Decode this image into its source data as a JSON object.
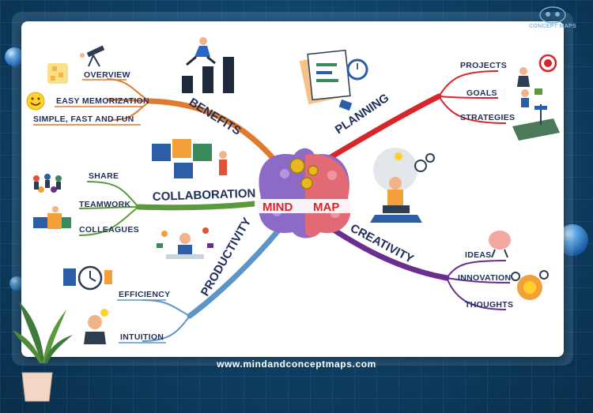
{
  "logo": {
    "text": "CONCEPT MAPS"
  },
  "center": {
    "word1": "MIND",
    "word2": "MAP"
  },
  "branches": {
    "benefits": {
      "label": "BENEFITS",
      "color": "#e07a2c",
      "leaves": [
        "OVERVIEW",
        "EASY MEMORIZATION",
        "SIMPLE, FAST AND FUN"
      ]
    },
    "collaboration": {
      "label": "COLLABORATION",
      "color": "#5a9a3c",
      "leaves": [
        "SHARE",
        "TEAMWORK",
        "COLLEAGUES"
      ]
    },
    "productivity": {
      "label": "PRODUCTIVITY",
      "color": "#5d95c9",
      "leaves": [
        "EFFICIENCY",
        "INTUITION"
      ]
    },
    "planning": {
      "label": "PLANNING",
      "color": "#d8252b",
      "leaves": [
        "PROJECTS",
        "GOALS",
        "STRATEGIES"
      ]
    },
    "creativity": {
      "label": "CREATIVITY",
      "color": "#6a2f8e",
      "leaves": [
        "IDEAS",
        "INNOVATION",
        "THOUGHTS"
      ]
    }
  },
  "footer": {
    "url": "www.mindandconceptmaps.com"
  }
}
